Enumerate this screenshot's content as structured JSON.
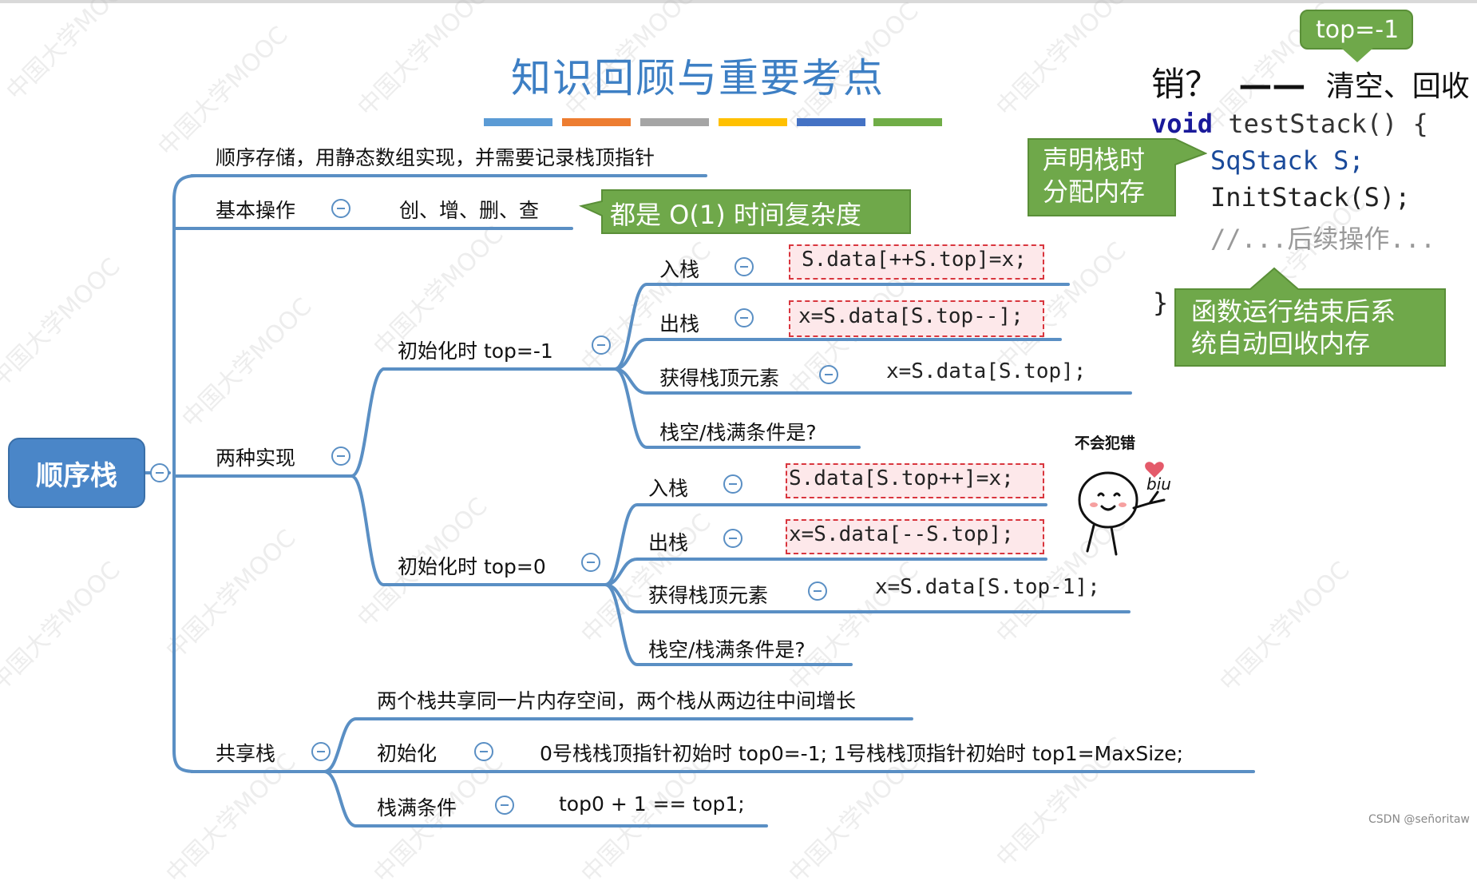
{
  "title": "知识回顾与重要考点",
  "palette": {
    "bars": [
      "#5b9bd5",
      "#ed7d31",
      "#a5a5a5",
      "#ffc000",
      "#4472c4",
      "#70ad47"
    ],
    "line": "#5a8fc4",
    "green_bubble": "#6fa84a",
    "red_box": "#d9363e"
  },
  "root": {
    "label": "顺序栈"
  },
  "branches": {
    "storage": "顺序存储，用静态数组实现，并需要记录栈顶指针",
    "basic": {
      "label": "基本操作",
      "ops": "创、增、删、查"
    },
    "two_impl": {
      "label": "两种实现",
      "init_minus1": {
        "label": "初始化时 top=-1",
        "push": {
          "label": "入栈",
          "code": "S.data[++S.top]=x;"
        },
        "pop": {
          "label": "出栈",
          "code": "x=S.data[S.top--];"
        },
        "get_top": {
          "label": "获得栈顶元素",
          "code": "x=S.data[S.top];"
        },
        "empty_full": "栈空/栈满条件是?"
      },
      "init_0": {
        "label": "初始化时 top=0",
        "push": {
          "label": "入栈",
          "code": "S.data[S.top++]=x;"
        },
        "pop": {
          "label": "出栈",
          "code": "x=S.data[--S.top];"
        },
        "get_top": {
          "label": "获得栈顶元素",
          "code": "x=S.data[S.top-1];"
        },
        "empty_full": "栈空/栈满条件是?"
      }
    },
    "shared": {
      "label": "共享栈",
      "desc": "两个栈共享同一片内存空间，两个栈从两边往中间增长",
      "init": {
        "label": "初始化",
        "text": "0号栈栈顶指针初始时 top0=-1;   1号栈栈顶指针初始时  top1=MaxSize;"
      },
      "full": {
        "label": "栈满条件",
        "text": "top0 + 1 == top1;"
      }
    }
  },
  "callouts": {
    "complexity": "都是 O(1) 时间复杂度",
    "top_bubble": "top=-1",
    "declare": "声明栈时\n分配内存",
    "auto_free": "函数运行结束后系\n统自动回收内存"
  },
  "code_panel": {
    "heading_prefix": "销？",
    "heading_dash": "——",
    "heading_suffix": "清空、回收",
    "line1_kw": "void",
    "line1_rest": " testStack() {",
    "line2": "SqStack S;",
    "line3": "InitStack(S);",
    "line4": "//...后续操作...",
    "line5": "}"
  },
  "sticker": {
    "caption": "不会犯错",
    "biu": "biu"
  },
  "footer": {
    "credit": "CSDN @señoritaw"
  },
  "watermark": "中国大学MOOC"
}
